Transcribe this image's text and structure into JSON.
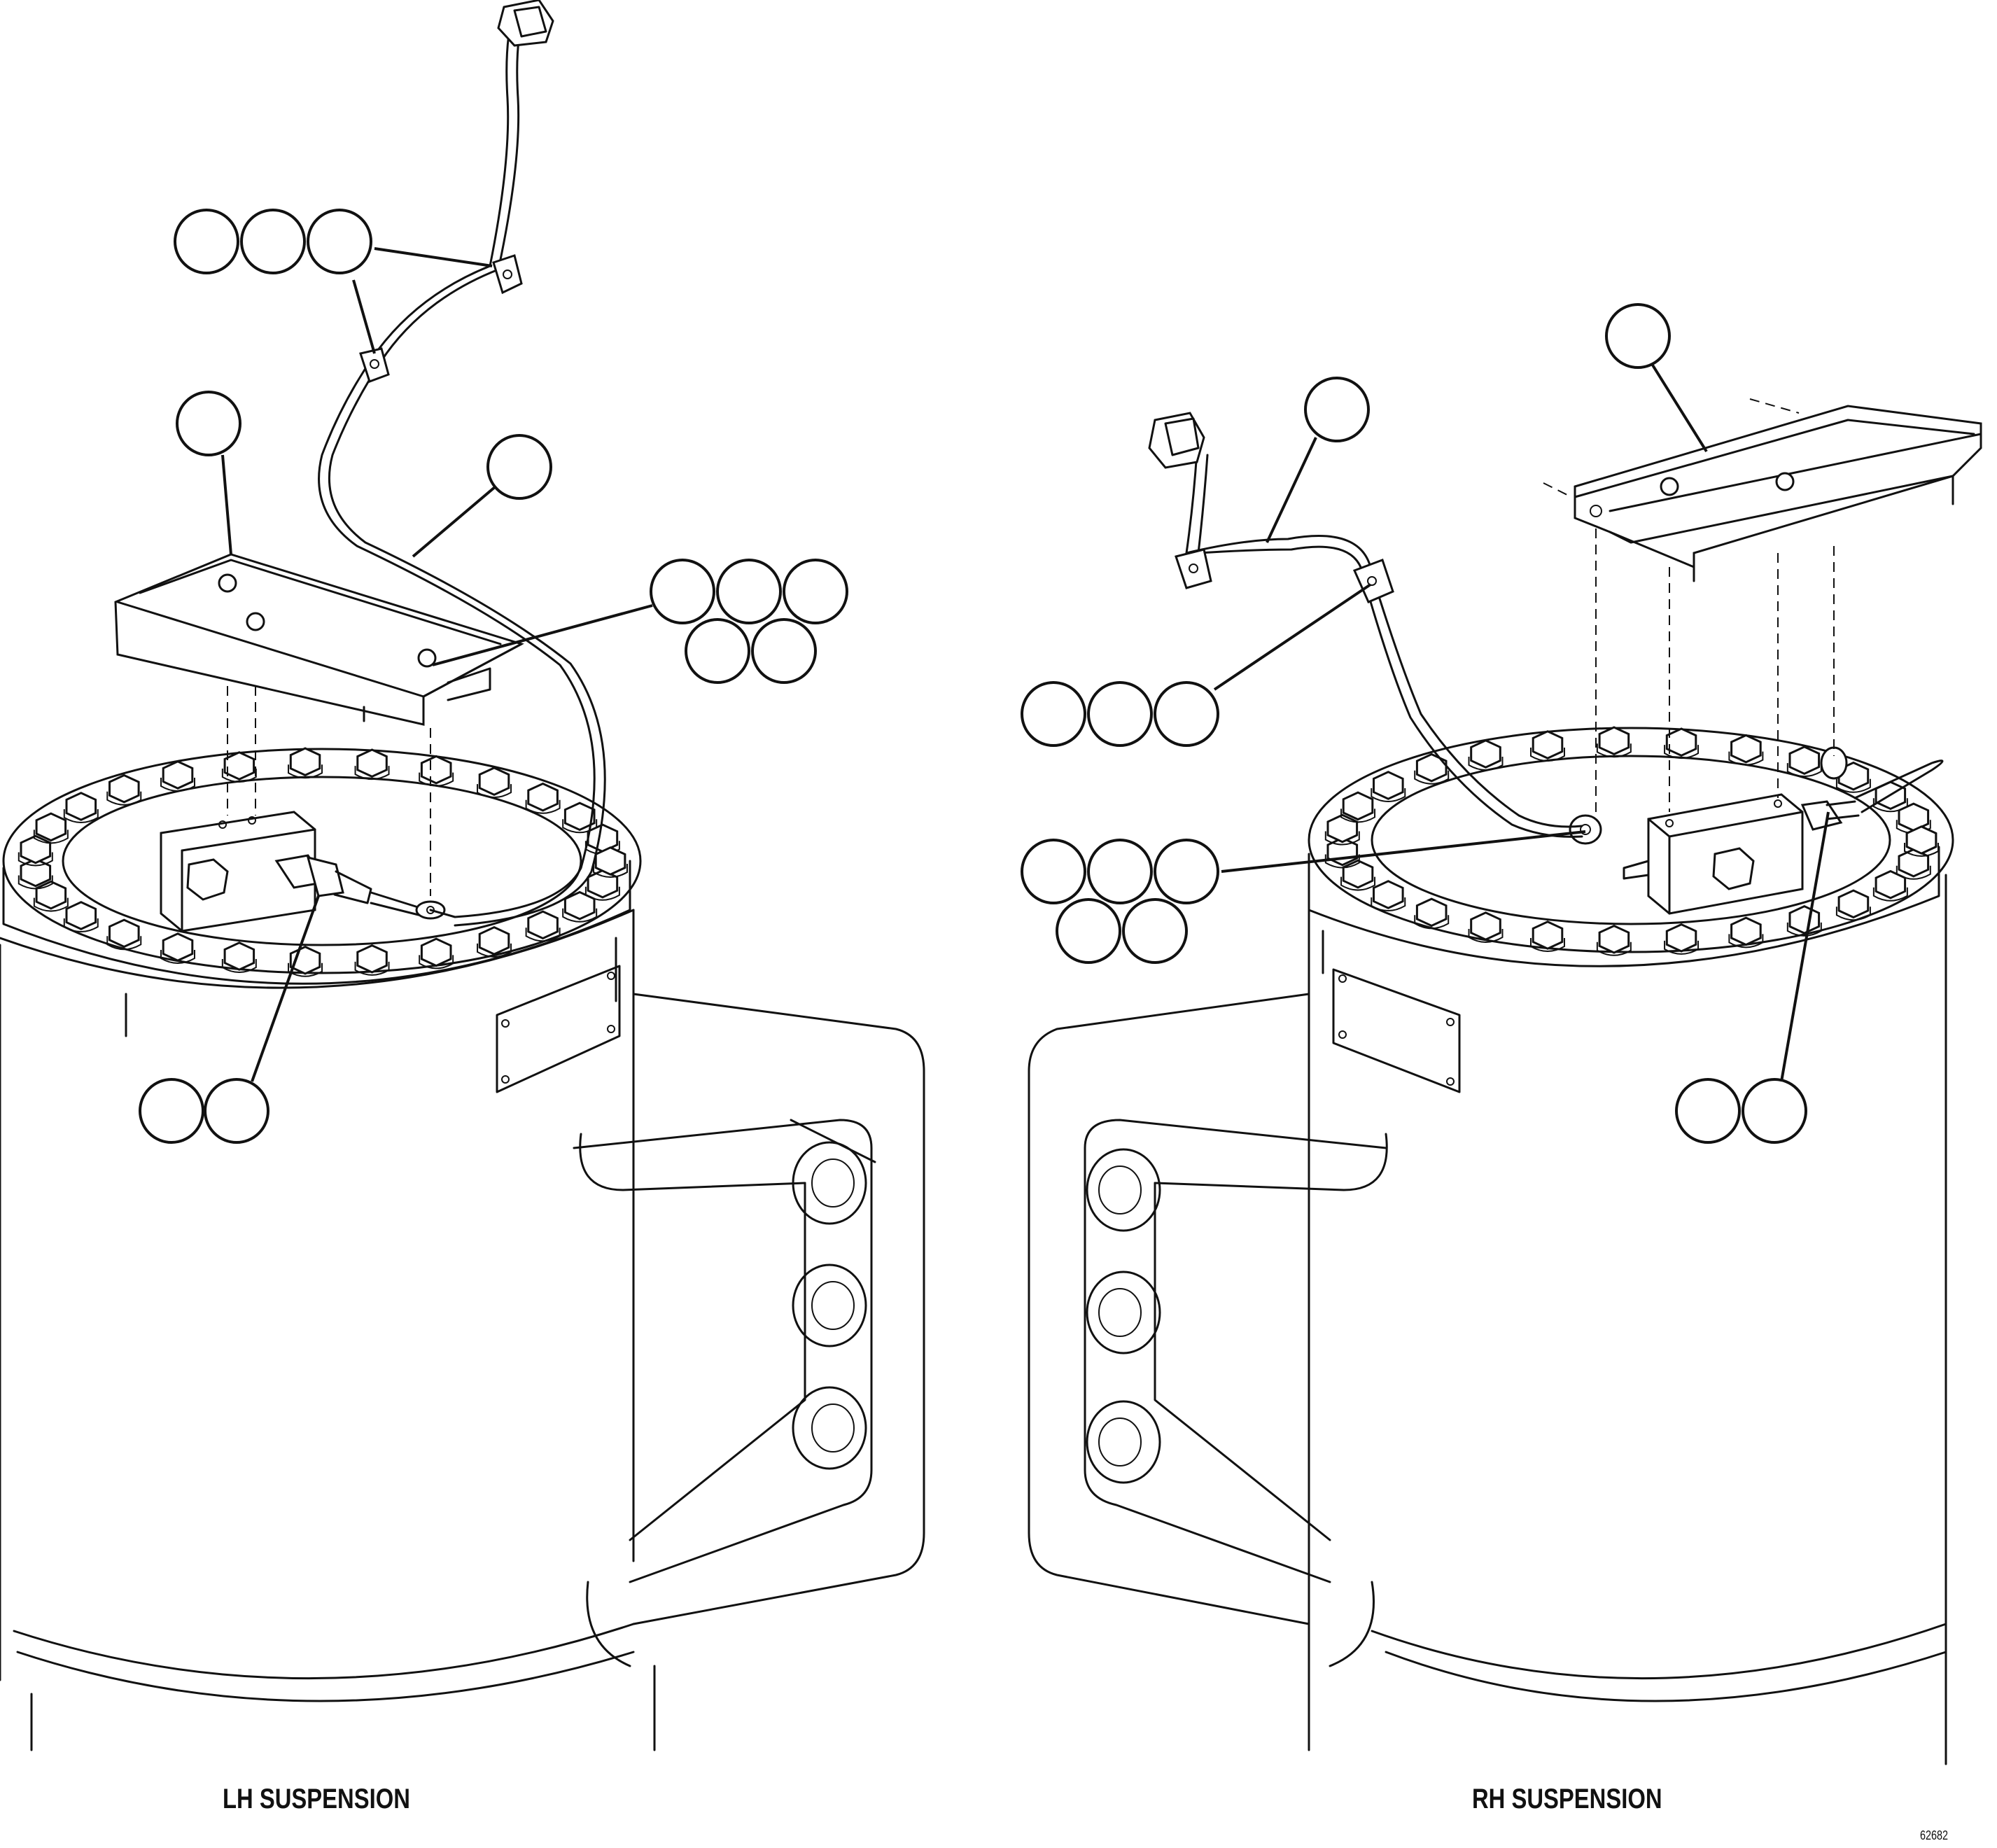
{
  "captions": {
    "left": "LH SUSPENSION",
    "right": "RH SUSPENSION",
    "figure_ref": "62682"
  },
  "callout_groups": [
    {
      "name": "lh-clip-hardware",
      "bubbles": 3
    },
    {
      "name": "lh-bracket",
      "bubbles": 1
    },
    {
      "name": "lh-harness",
      "bubbles": 1
    },
    {
      "name": "lh-bracket-fasteners",
      "bubbles": 5
    },
    {
      "name": "lh-sensor",
      "bubbles": 2
    },
    {
      "name": "rh-bracket",
      "bubbles": 1
    },
    {
      "name": "rh-harness",
      "bubbles": 1
    },
    {
      "name": "rh-clip-hardware",
      "bubbles": 3
    },
    {
      "name": "rh-sensor-fasteners",
      "bubbles": 5
    },
    {
      "name": "rh-sensor",
      "bubbles": 2
    }
  ]
}
